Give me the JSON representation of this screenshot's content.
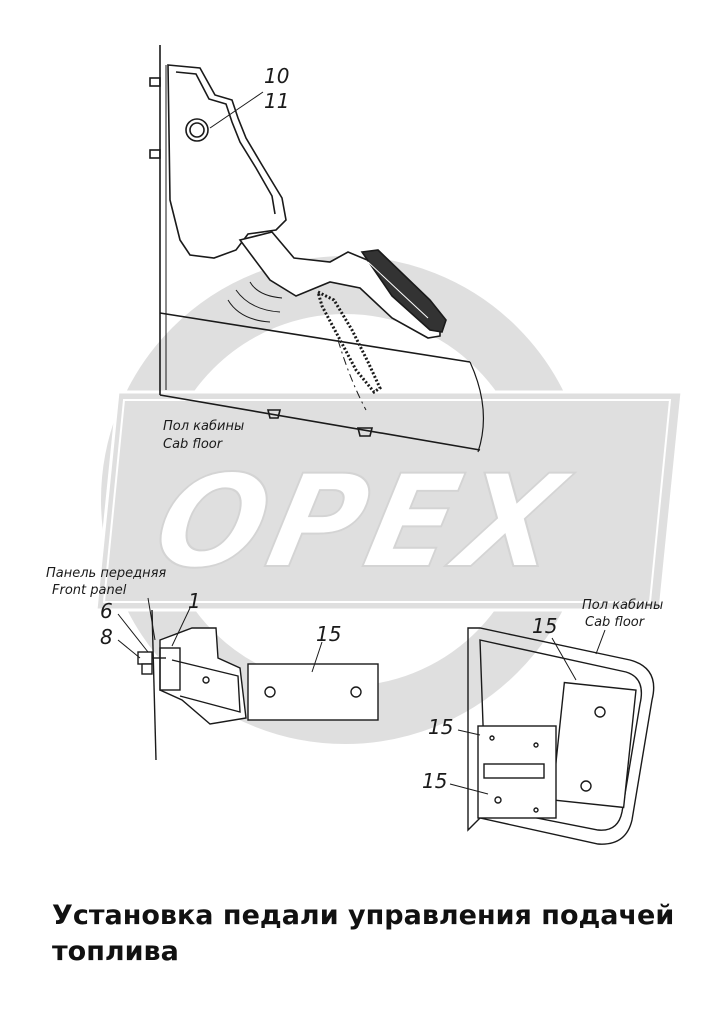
{
  "watermark": {
    "text": "OPEX",
    "color": "#d9d9d9",
    "outline": "#ffffff"
  },
  "upper_view": {
    "callouts": {
      "top_a": "10",
      "top_b": "11"
    },
    "cab_floor_ru": "Пол кабины",
    "cab_floor_en": "Cab floor"
  },
  "side_view": {
    "front_panel_ru": "Панель передняя",
    "front_panel_en": "Front panel",
    "callouts": {
      "c6": "6",
      "c8": "8",
      "c1": "1",
      "c15": "15"
    }
  },
  "floor_view": {
    "cab_floor_ru": "Пол кабины",
    "cab_floor_en": "Cab floor",
    "callouts": {
      "c15_top": "15",
      "c15_mid": "15",
      "c15_low": "15"
    }
  },
  "caption": "Установка педали управления подачей топлива",
  "colors": {
    "line": "#1a1a1a",
    "pedal_pad": "#333333"
  }
}
